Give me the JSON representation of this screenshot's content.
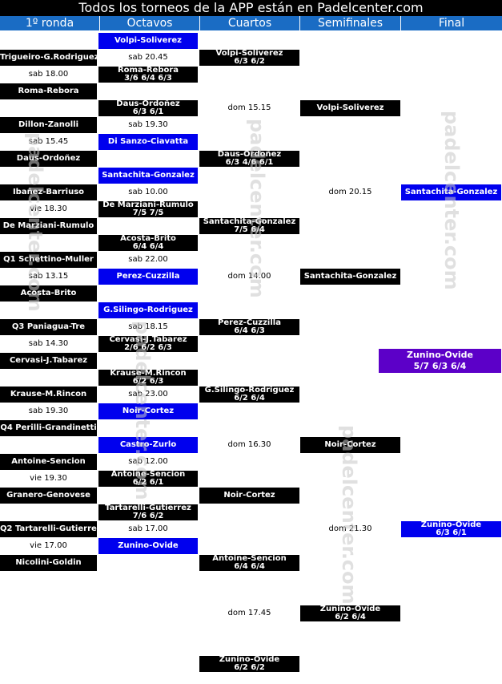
{
  "title": "Todos los torneos de la APP están en Padelcenter.com",
  "headers": [
    "1º ronda",
    "Octavos",
    "Cuartos",
    "Semifinales",
    "Final"
  ],
  "watermark": "padelcenter.com",
  "round1": [
    {
      "name": "Trigueiro-G.Rodriguez"
    },
    {
      "date": "sab 18.00"
    },
    {
      "name": "Roma-Rebora"
    },
    {
      "name": "Dillon-Zanolli"
    },
    {
      "date": "sab 15.45"
    },
    {
      "name": "Daus-Ordoñez"
    },
    {
      "name": "Ibañez-Barriuso"
    },
    {
      "date": "vie 18.30"
    },
    {
      "name": "De Marziani-Rumulo"
    },
    {
      "name": "Q1 Schettino-Muller"
    },
    {
      "date": "sab 13.15"
    },
    {
      "name": "Acosta-Brito"
    },
    {
      "name": "Q3 Paniagua-Tre"
    },
    {
      "date": "sab 14.30"
    },
    {
      "name": "Cervasi-J.Tabarez"
    },
    {
      "name": "Krause-M.Rincon"
    },
    {
      "date": "sab 19.30"
    },
    {
      "name": "Q4 Perilli-Grandinetti"
    },
    {
      "name": "Antoine-Sencion"
    },
    {
      "date": "vie 19.30"
    },
    {
      "name": "Granero-Genovese"
    },
    {
      "name": "Q2 Tartarelli-Gutierrez"
    },
    {
      "date": "vie 17.00"
    },
    {
      "name": "Nicolini-Goldin"
    }
  ],
  "octavos": [
    {
      "name": "Volpi-Soliverez",
      "color": "blue"
    },
    {
      "date": "sab 20.45"
    },
    {
      "name": "Roma-Rebora",
      "score": "3/6 6/4 6/3",
      "color": "black"
    },
    {
      "name": "Daus-Ordoñez",
      "score": "6/3 6/1",
      "color": "black"
    },
    {
      "date": "sab 19.30"
    },
    {
      "name": "Di Sanzo-Ciavatta",
      "color": "blue"
    },
    {
      "name": "Santachita-Gonzalez",
      "color": "blue"
    },
    {
      "date": "sab 10.00"
    },
    {
      "name": "De Marziani-Rumulo",
      "score": "7/5 7/5",
      "color": "black"
    },
    {
      "name": "Acosta-Brito",
      "score": "6/4 6/4",
      "color": "black"
    },
    {
      "date": "sab 22.00"
    },
    {
      "name": "Perez-Cuzzilla",
      "color": "blue"
    },
    {
      "name": "G.Silingo-Rodriguez",
      "color": "blue"
    },
    {
      "date": "sab 18.15"
    },
    {
      "name": "Cervasi-J.Tabarez",
      "score": "2/6 6/2 6/3",
      "color": "black"
    },
    {
      "name": "Krause-M.Rincon",
      "score": "6/2 6/3",
      "color": "black"
    },
    {
      "date": "sab 23.00"
    },
    {
      "name": "Noir-Cortez",
      "color": "blue"
    },
    {
      "name": "Castro-Zurlo",
      "color": "blue"
    },
    {
      "date": "sab 12.00"
    },
    {
      "name": "Antoine-Sencion",
      "score": "6/2 6/1",
      "color": "black"
    },
    {
      "name": "Tartarelli-Gutierrez",
      "score": "7/6 6/2",
      "color": "black"
    },
    {
      "date": "sab 17.00"
    },
    {
      "name": "Zunino-Ovide",
      "color": "blue"
    }
  ],
  "cuartos": [
    {
      "name": "Volpi-Soliverez",
      "score": "6/3 6/2"
    },
    {
      "name": "Daus-Ordoñez",
      "score": "6/3 4/6 6/1"
    },
    {
      "name": "Santachita-Gonzalez",
      "score": "7/5 6/4"
    },
    {
      "name": "Perez-Cuzzilla",
      "score": "6/4 6/3"
    },
    {
      "name": "G.Silingo-Rodriguez",
      "score": "6/2 6/4"
    },
    {
      "name": "Noir-Cortez",
      "score": ""
    },
    {
      "name": "Antoine-Sencion",
      "score": "6/4 6/4"
    },
    {
      "name": "Zunino-Ovide",
      "score": "6/2 6/2"
    }
  ],
  "cuartos_dates": [
    "dom 15.15",
    "dom 14.00",
    "dom 16.30",
    "dom 17.45"
  ],
  "semis": [
    {
      "name": "Volpi-Soliverez",
      "score": ""
    },
    {
      "name": "Santachita-Gonzalez",
      "score": ""
    },
    {
      "name": "Noir-Cortez",
      "score": ""
    },
    {
      "name": "Zunino-Ovide",
      "score": "6/2 6/4"
    }
  ],
  "semis_dates": [
    "dom 20.15",
    "dom 21.30"
  ],
  "finalists": [
    {
      "name": "Santachita-Gonzalez",
      "score": ""
    },
    {
      "name": "Zunino-Ovide",
      "score": "6/3 6/1"
    }
  ],
  "champion": {
    "name": "Zunino-Ovide",
    "score": "5/7 6/3 6/4"
  },
  "colors": {
    "header": "#1a6cc4",
    "black": "#000000",
    "blue": "#0000ee",
    "champion": "#5c00c8"
  }
}
